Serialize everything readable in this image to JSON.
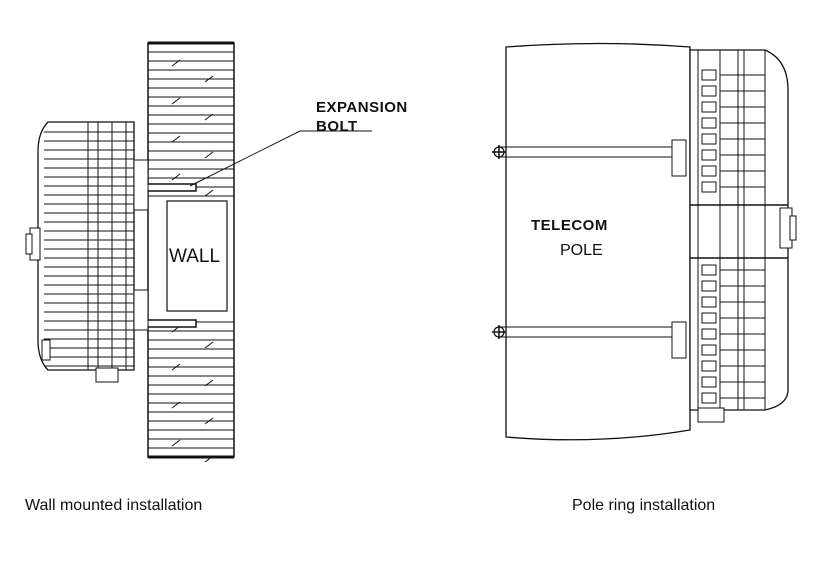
{
  "left_figure": {
    "callout_line1": "EXPANSION",
    "callout_line2": "BOLT",
    "wall_label": "WALL",
    "caption": "Wall mounted installation"
  },
  "right_figure": {
    "pole_label_line1": "TELECOM",
    "pole_label_line2": "POLE",
    "caption": "Pole ring installation"
  },
  "colors": {
    "line": "#111111",
    "background": "#ffffff"
  }
}
